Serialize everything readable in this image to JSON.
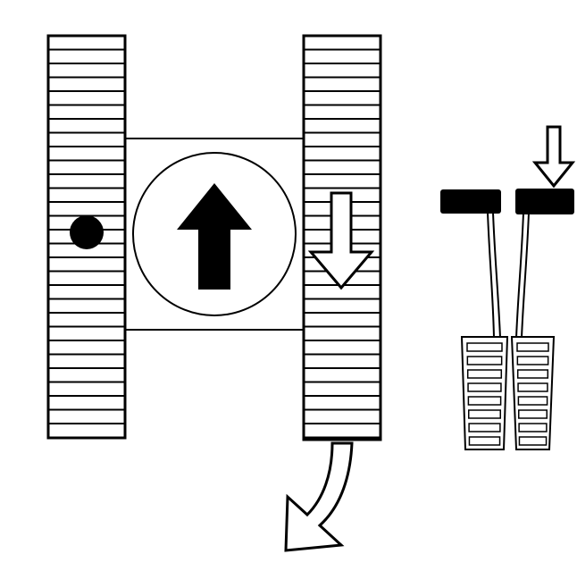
{
  "colors": {
    "ink": "#000000",
    "paper": "#ffffff"
  },
  "icons": {
    "left_track": "track-tread-icon",
    "right_track": "track-tread-icon",
    "pivot_marker": "filled-dot-icon",
    "hull_direction": "solid-up-arrow-icon",
    "right_track_motion": "hollow-down-arrow-icon",
    "turn_direction": "curved-hollow-arrow-icon",
    "lever_press": "hollow-down-arrow-icon",
    "control_levers": "lever-pair-icon"
  },
  "controls": {
    "levers": [
      {
        "id": "left",
        "state": "neutral"
      },
      {
        "id": "right",
        "state": "pressed"
      }
    ]
  },
  "tracks": {
    "left": {
      "motion": "stationary"
    },
    "right": {
      "motion": "reverse"
    }
  }
}
